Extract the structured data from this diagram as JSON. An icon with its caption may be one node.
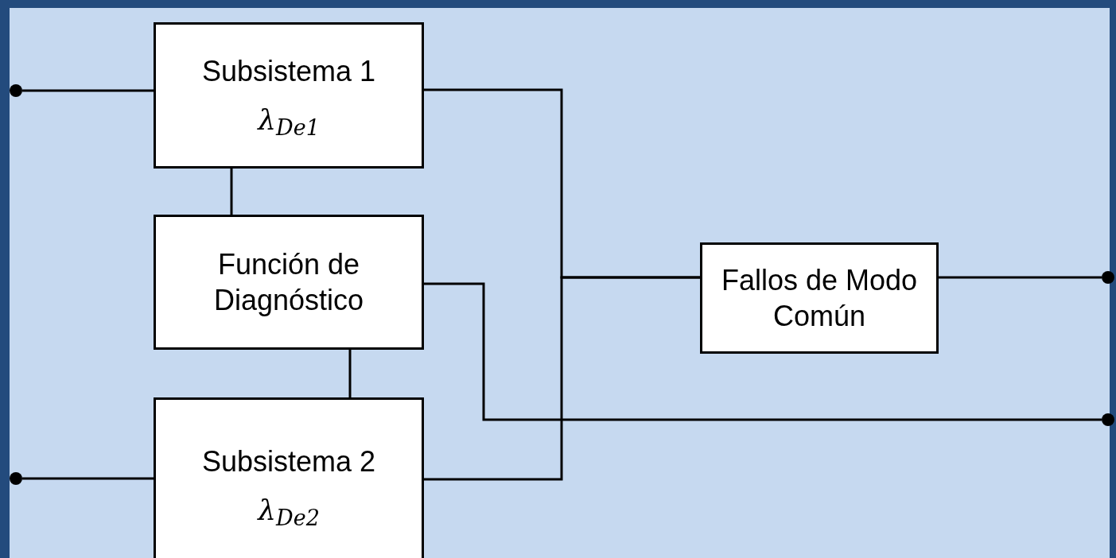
{
  "diagram": {
    "nodes": [
      {
        "text": [
          "Subsistema 1",
          "λ$_{De1}$"
        ]
      },
      {
        "text": [
          "Función de Diagnóstico"
        ]
      },
      {
        "text": [
          "Subsistema 2",
          "λ$_{De2}$"
        ]
      },
      {
        "text": [
          "Fallos de Modo Común"
        ]
      },
      {
        "text": [],
        "shape": "circle"
      },
      {
        "text": [],
        "shape": "circle"
      },
      {
        "text": [],
        "shape": "circle"
      },
      {
        "text": [],
        "shape": "circle"
      }
    ],
    "edges": [
      {
        "from": 4,
        "to": 0,
        "arrow": "none"
      },
      {
        "from": 5,
        "to": 2,
        "arrow": "none"
      },
      {
        "from": 0,
        "to": 1,
        "arrow": "none"
      },
      {
        "from": 1,
        "to": 2,
        "arrow": "none"
      },
      {
        "from": 0,
        "to": 3,
        "arrow": "none"
      },
      {
        "from": 2,
        "to": 3,
        "arrow": "none"
      },
      {
        "from": 3,
        "to": 6,
        "arrow": "none"
      },
      {
        "from": 1,
        "to": 7,
        "arrow": "none"
      }
    ]
  }
}
